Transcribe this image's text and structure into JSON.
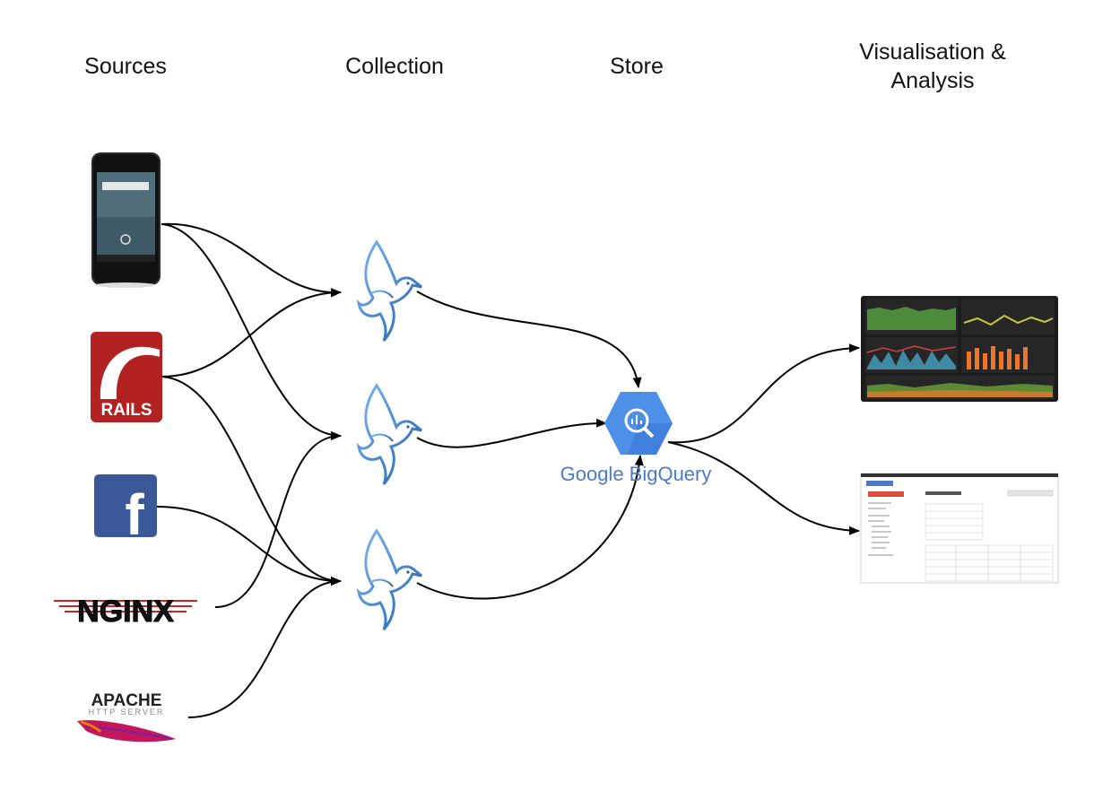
{
  "columns": {
    "sources": "Sources",
    "collection": "Collection",
    "store": "Store",
    "visualisation": "Visualisation &\nAnalysis"
  },
  "sources": {
    "android_phone": {
      "icon": "android-phone-icon"
    },
    "rails": {
      "label": "RAILS",
      "icon": "rails-logo-icon"
    },
    "facebook": {
      "label": "f",
      "icon": "facebook-logo-icon"
    },
    "nginx": {
      "label": "NGINX",
      "icon": "nginx-logo-icon"
    },
    "apache": {
      "label": "APACHE",
      "sublabel": "HTTP SERVER",
      "icon": "apache-feather-icon"
    }
  },
  "collectors": [
    {
      "icon": "hummingbird-icon"
    },
    {
      "icon": "hummingbird-icon"
    },
    {
      "icon": "hummingbird-icon"
    }
  ],
  "store": {
    "label": "Google BigQuery",
    "icon": "bigquery-hexagon-icon",
    "color": "#4a7cc9"
  },
  "outputs": [
    {
      "icon": "dashboard-screenshot-icon"
    },
    {
      "icon": "bigquery-console-screenshot-icon"
    }
  ],
  "colors": {
    "bird": "#1e6fc0",
    "bq": "#4e8fe8",
    "rails": "#b22222",
    "facebook": "#3b5998",
    "dashboard_bg": "#1c1c1c"
  }
}
